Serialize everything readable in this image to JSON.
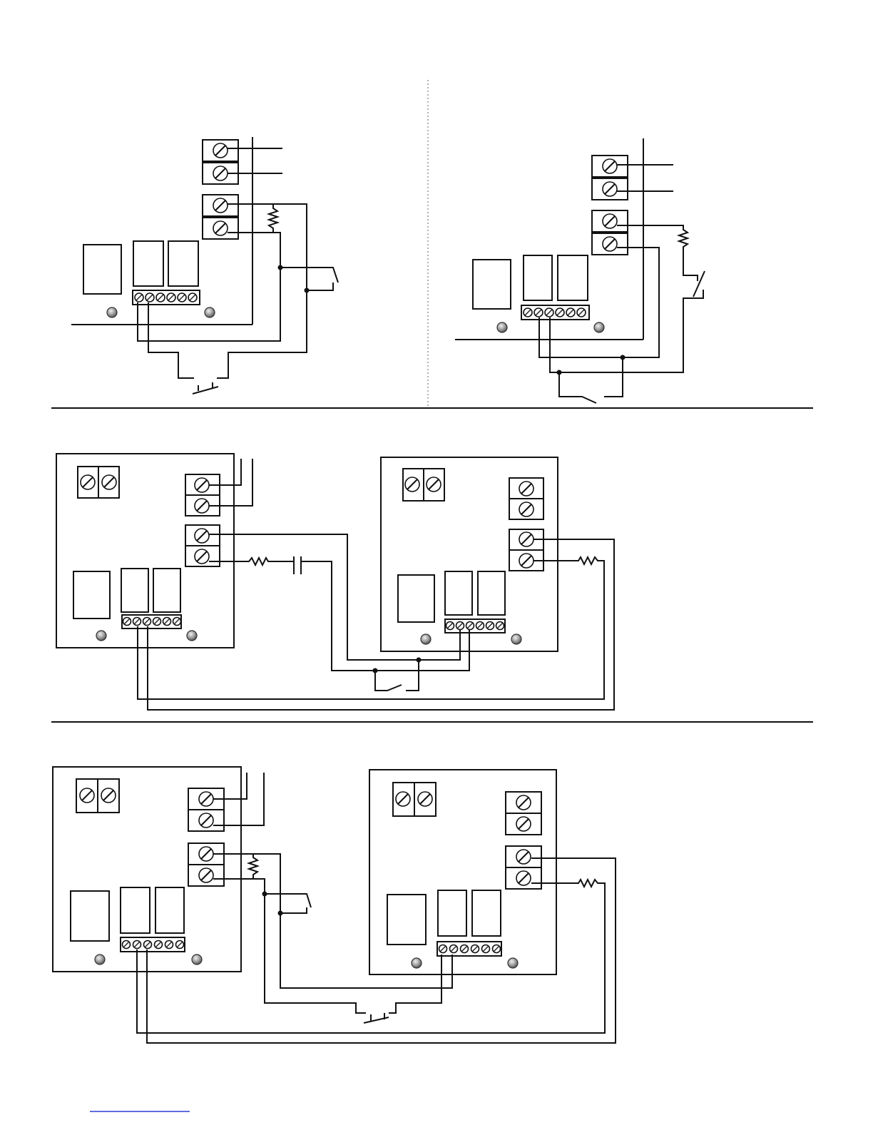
{
  "figure": {
    "panels": [
      {
        "id": "top-left",
        "description_visible": false
      },
      {
        "id": "top-right",
        "description_visible": false
      },
      {
        "id": "middle",
        "description_visible": false
      },
      {
        "id": "bottom",
        "description_visible": false
      }
    ]
  },
  "colors": {
    "line": "#111111",
    "separator": "#111111",
    "divider": "#9a9a9a",
    "led": "#8a8a8a",
    "footer_link": "#2f3fd0"
  }
}
